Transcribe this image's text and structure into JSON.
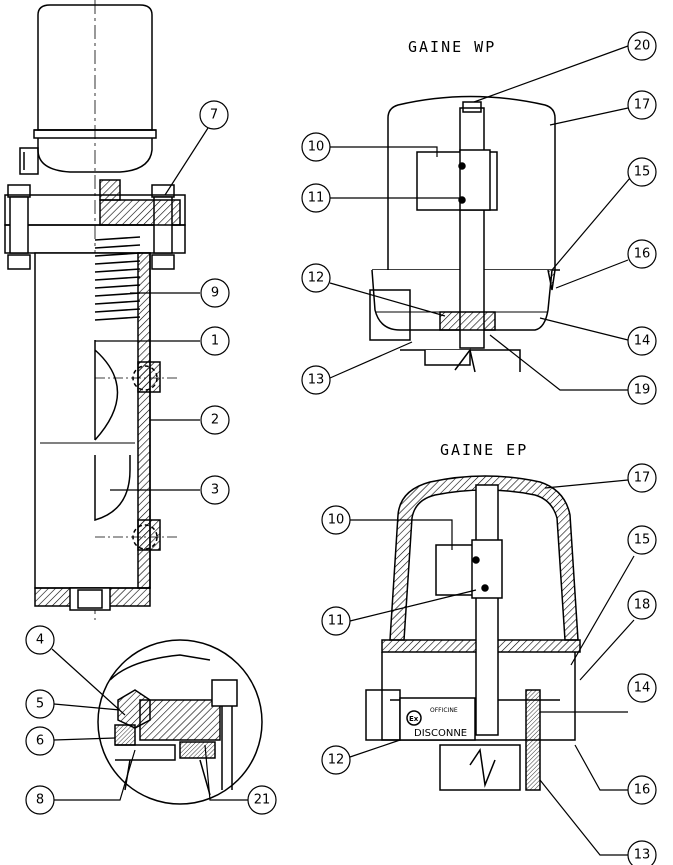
{
  "sections": {
    "wp_title": "GAINE WP",
    "ep_title": "GAINE EP"
  },
  "callouts": {
    "left_view": [
      "7",
      "9",
      "1",
      "2",
      "3"
    ],
    "detail_view": [
      "4",
      "5",
      "6",
      "8",
      "21"
    ],
    "wp_view": [
      "20",
      "17",
      "10",
      "11",
      "15",
      "16",
      "12",
      "14",
      "13",
      "19"
    ],
    "ep_view": [
      "17",
      "10",
      "11",
      "15",
      "18",
      "14",
      "12",
      "16",
      "13"
    ]
  },
  "stamp": {
    "line1": "OFFICINE",
    "line2": "DISCONNE",
    "mark": "Ex"
  }
}
